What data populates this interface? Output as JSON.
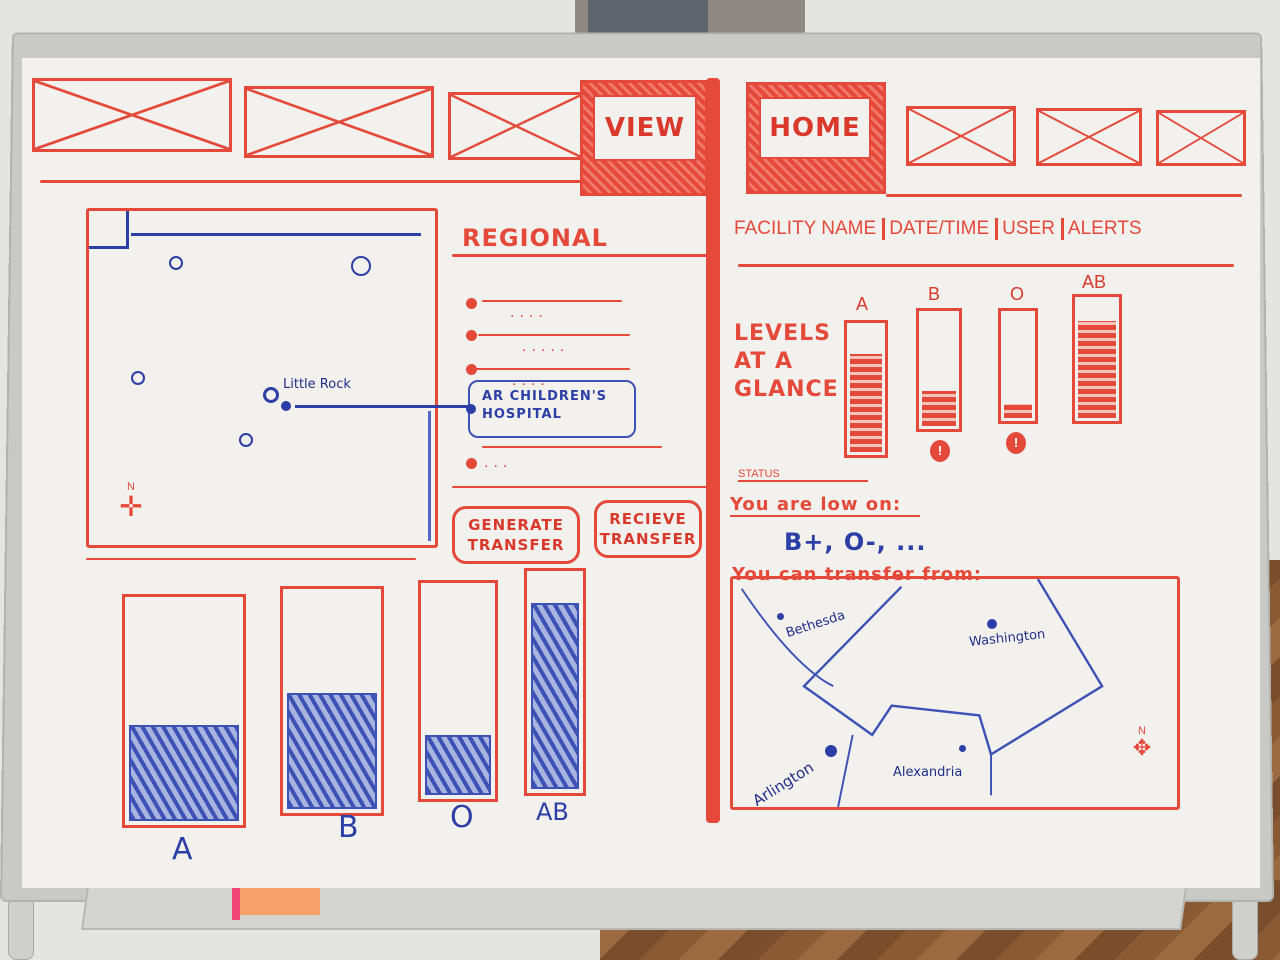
{
  "colors": {
    "marker_red": "#e5493a",
    "marker_blue": "#2b3fa6",
    "board": "#f2f1ee"
  },
  "left_screen": {
    "nav": {
      "placeholders": 3,
      "active_tab": "VIEW"
    },
    "map": {
      "city_label": "Little Rock",
      "compass_label": "N"
    },
    "regional": {
      "title": "REGIONAL",
      "list": [
        {
          "label": ""
        },
        {
          "label": ""
        },
        {
          "label": ""
        },
        {
          "label": "AR CHILDREN'S HOSPITAL",
          "selected": true
        },
        {
          "label": "..."
        }
      ]
    },
    "buttons": {
      "generate": "GENERATE TRANSFER",
      "receive": "RECIEVE TRANSFER"
    },
    "blood_levels": [
      {
        "type": "A",
        "level": 45
      },
      {
        "type": "B",
        "level": 55
      },
      {
        "type": "O",
        "level": 30
      },
      {
        "type": "AB",
        "level": 85
      }
    ]
  },
  "right_screen": {
    "nav": {
      "active_tab": "HOME",
      "placeholders": 3
    },
    "header": {
      "facility_name": "FACILITY NAME",
      "date_time": "DATE/TIME",
      "user": "USER",
      "alerts": "ALERTS"
    },
    "levels": {
      "title_line1": "LEVELS",
      "title_line2": "AT A",
      "title_line3": "GLANCE",
      "gauges": [
        {
          "type": "A",
          "level": 75,
          "alert": false
        },
        {
          "type": "B",
          "level": 30,
          "alert": true,
          "alert_icon": "!"
        },
        {
          "type": "O",
          "level": 12,
          "alert": true,
          "alert_icon": "!"
        },
        {
          "type": "AB",
          "level": 80,
          "alert": false
        }
      ]
    },
    "status": {
      "label": "STATUS",
      "low_on_label": "You are low on:",
      "low_on_values": "B+, O-, ...",
      "transfer_label": "You can transfer from:"
    },
    "transfer_map": {
      "cities": [
        "Bethesda",
        "Washington",
        "Arlington",
        "Alexandria"
      ],
      "compass_label": "N"
    }
  }
}
